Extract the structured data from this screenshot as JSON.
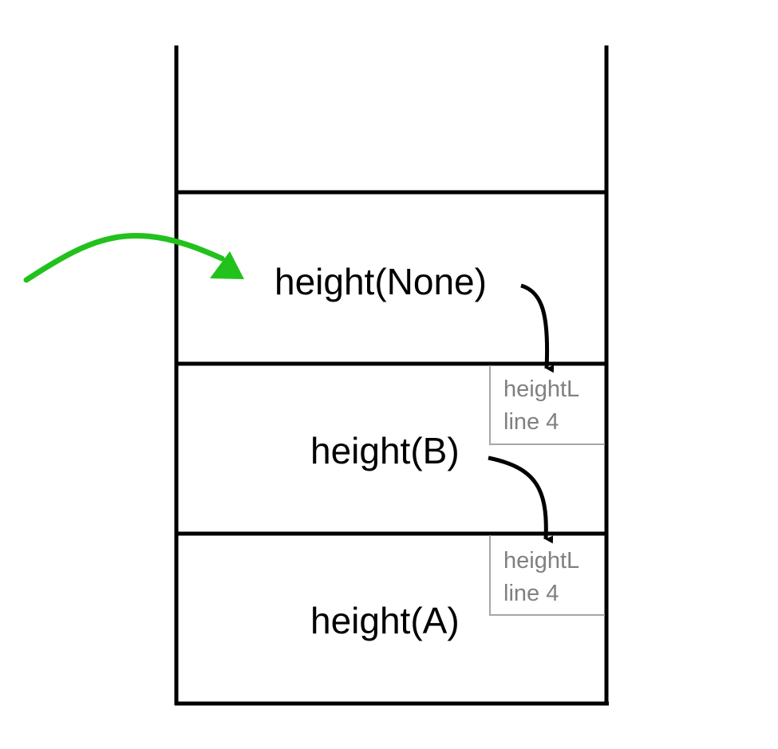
{
  "colors": {
    "stack_line": "#000000",
    "return_box_border": "#a6a6a6",
    "return_text": "#808080",
    "active_arrow": "#22c11c",
    "call_arrow": "#000000"
  },
  "stack": {
    "frames": [
      {
        "call": "height(None)"
      },
      {
        "call": "height(B)",
        "return_to": {
          "function": "heightL",
          "line": "line 4"
        }
      },
      {
        "call": "height(A)",
        "return_to": {
          "function": "heightL",
          "line": "line 4"
        }
      }
    ]
  },
  "arrows": {
    "active_frame_pointer": "green-curved-arrow",
    "return_arrows": "black-curved-arrow"
  }
}
